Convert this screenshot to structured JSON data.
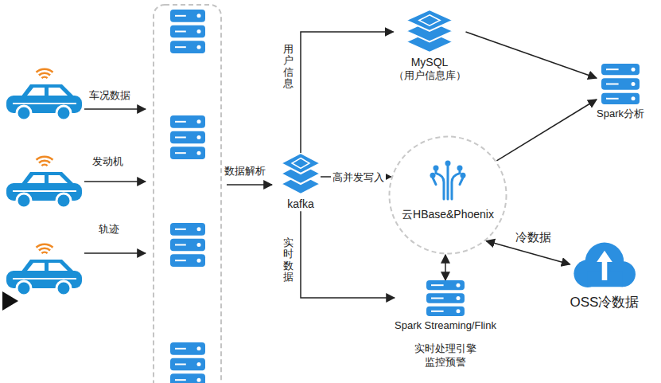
{
  "diagram": {
    "nodes": [
      {
        "text": [
          "MySQL",
          "（用户信息库）"
        ]
      },
      {
        "text": [
          "Spark分析"
        ]
      },
      {
        "text": [
          "kafka"
        ]
      },
      {
        "text": [
          "云HBase&Phoenix"
        ]
      },
      {
        "text": [
          "OSS冷数据"
        ]
      },
      {
        "text": [
          "Spark Streaming/Flink",
          "实时处理引擎 监控预警"
        ]
      }
    ],
    "edges": [
      {
        "from": 2,
        "to": 0,
        "arrow": "to",
        "label": "用户信息"
      },
      {
        "from": 0,
        "to": 1,
        "arrow": "to"
      },
      {
        "from": 2,
        "to": 3,
        "arrow": "to",
        "label": "高并发写入"
      },
      {
        "from": 3,
        "to": 1,
        "arrow": "to"
      },
      {
        "from": 3,
        "to": 4,
        "arrow": "both",
        "label": "冷数据"
      },
      {
        "from": 2,
        "to": 5,
        "arrow": "to",
        "label": "实时数据"
      },
      {
        "from": 5,
        "to": 3,
        "arrow": "both"
      }
    ],
    "labels": [
      "车况数据",
      "发动机",
      "轨迹",
      "数据解析"
    ]
  }
}
